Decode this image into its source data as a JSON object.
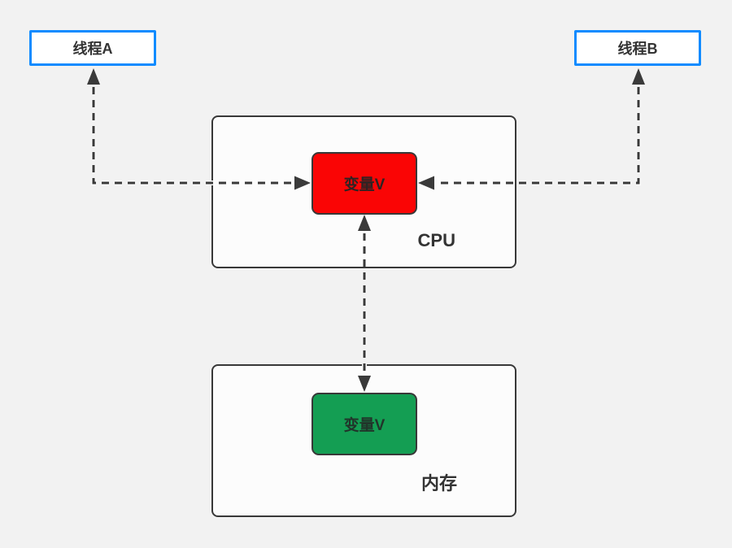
{
  "diagram": {
    "thread_a": {
      "label": "线程A"
    },
    "thread_b": {
      "label": "线程B"
    },
    "cpu": {
      "label": "CPU",
      "variable": {
        "label": "变量V"
      }
    },
    "memory": {
      "label": "内存",
      "variable": {
        "label": "变量V"
      }
    },
    "connectors": [
      {
        "from": "thread_a",
        "to": "cpu.variable",
        "style": "dashed",
        "bidirectional": true,
        "shape": "elbow"
      },
      {
        "from": "thread_b",
        "to": "cpu.variable",
        "style": "dashed",
        "bidirectional": true,
        "shape": "elbow"
      },
      {
        "from": "cpu.variable",
        "to": "memory.variable",
        "style": "dashed",
        "bidirectional": true,
        "shape": "straight"
      }
    ]
  },
  "colors": {
    "background": "#f2f2f2",
    "thread_box_border": "#0f8bff",
    "container_border": "#383838",
    "container_fill": "#fcfcfc",
    "cpu_variable_fill": "#fa0505",
    "memory_variable_fill": "#149e53",
    "connector": "#3a3a3a",
    "label_text": "#333333"
  }
}
